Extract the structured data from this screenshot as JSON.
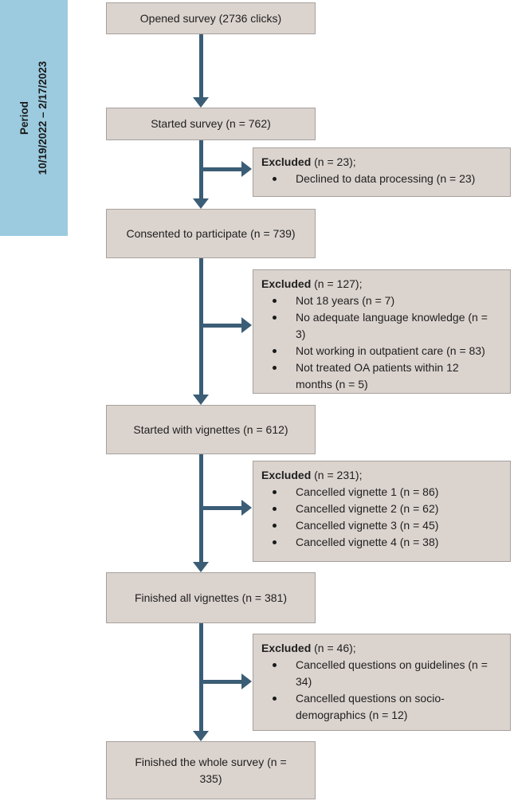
{
  "period": {
    "title": "Period",
    "range": "10/19/2022 – 2/17/2023"
  },
  "colors": {
    "panel_blue": "#9CCBE0",
    "box_fill": "#DBD3CE",
    "box_border": "#A7A19D",
    "arrow": "#3B5D76",
    "text": "#1A1A1A"
  },
  "flow": [
    {
      "label": "Opened survey (2736 clicks)"
    },
    {
      "label": "Started survey (n = 762)"
    },
    {
      "label": "Consented to participate (n = 739)"
    },
    {
      "label": "Started with vignettes (n = 612)"
    },
    {
      "label": "Finished all vignettes (n = 381)"
    },
    {
      "label": "Finished the whole survey (n = 335)"
    }
  ],
  "exclusions": [
    {
      "label": "Excluded",
      "suffix": " (n = 23);",
      "items": [
        "Declined to data processing (n = 23)"
      ]
    },
    {
      "label": "Excluded",
      "suffix": " (n = 127);",
      "items": [
        "Not 18 years (n = 7)",
        "No adequate language knowledge (n = 3)",
        "Not working in outpatient care (n = 83)",
        "Not treated OA patients within 12 months (n = 5)"
      ]
    },
    {
      "label": "Excluded",
      "suffix": " (n = 231);",
      "items": [
        "Cancelled vignette 1 (n = 86)",
        "Cancelled vignette 2 (n = 62)",
        "Cancelled vignette 3 (n = 45)",
        "Cancelled vignette 4 (n = 38)"
      ]
    },
    {
      "label": "Excluded",
      "suffix": " (n = 46);",
      "items": [
        "Cancelled questions on guidelines (n = 34)",
        "Cancelled questions on socio-demographics (n = 12)"
      ]
    }
  ]
}
